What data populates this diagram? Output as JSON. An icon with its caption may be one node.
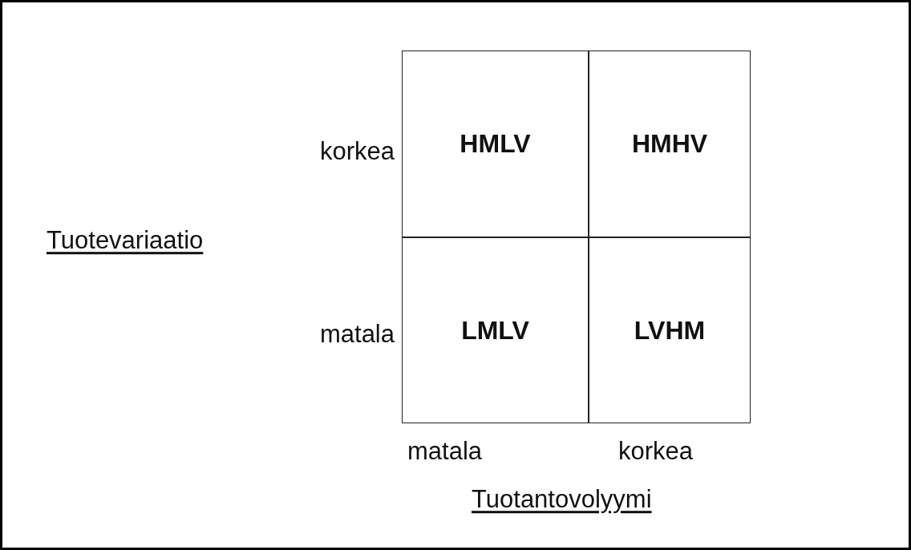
{
  "diagram": {
    "nodes": [
      {
        "text": [
          "HMLV"
        ]
      },
      {
        "text": [
          "HMHV"
        ]
      },
      {
        "text": [
          "LMLV"
        ]
      },
      {
        "text": [
          "LVHM"
        ]
      }
    ],
    "labels": [
      "korkea",
      "Tuotevariaatio",
      "matala",
      "matala",
      "korkea",
      "Tuotantovolyymi"
    ]
  }
}
